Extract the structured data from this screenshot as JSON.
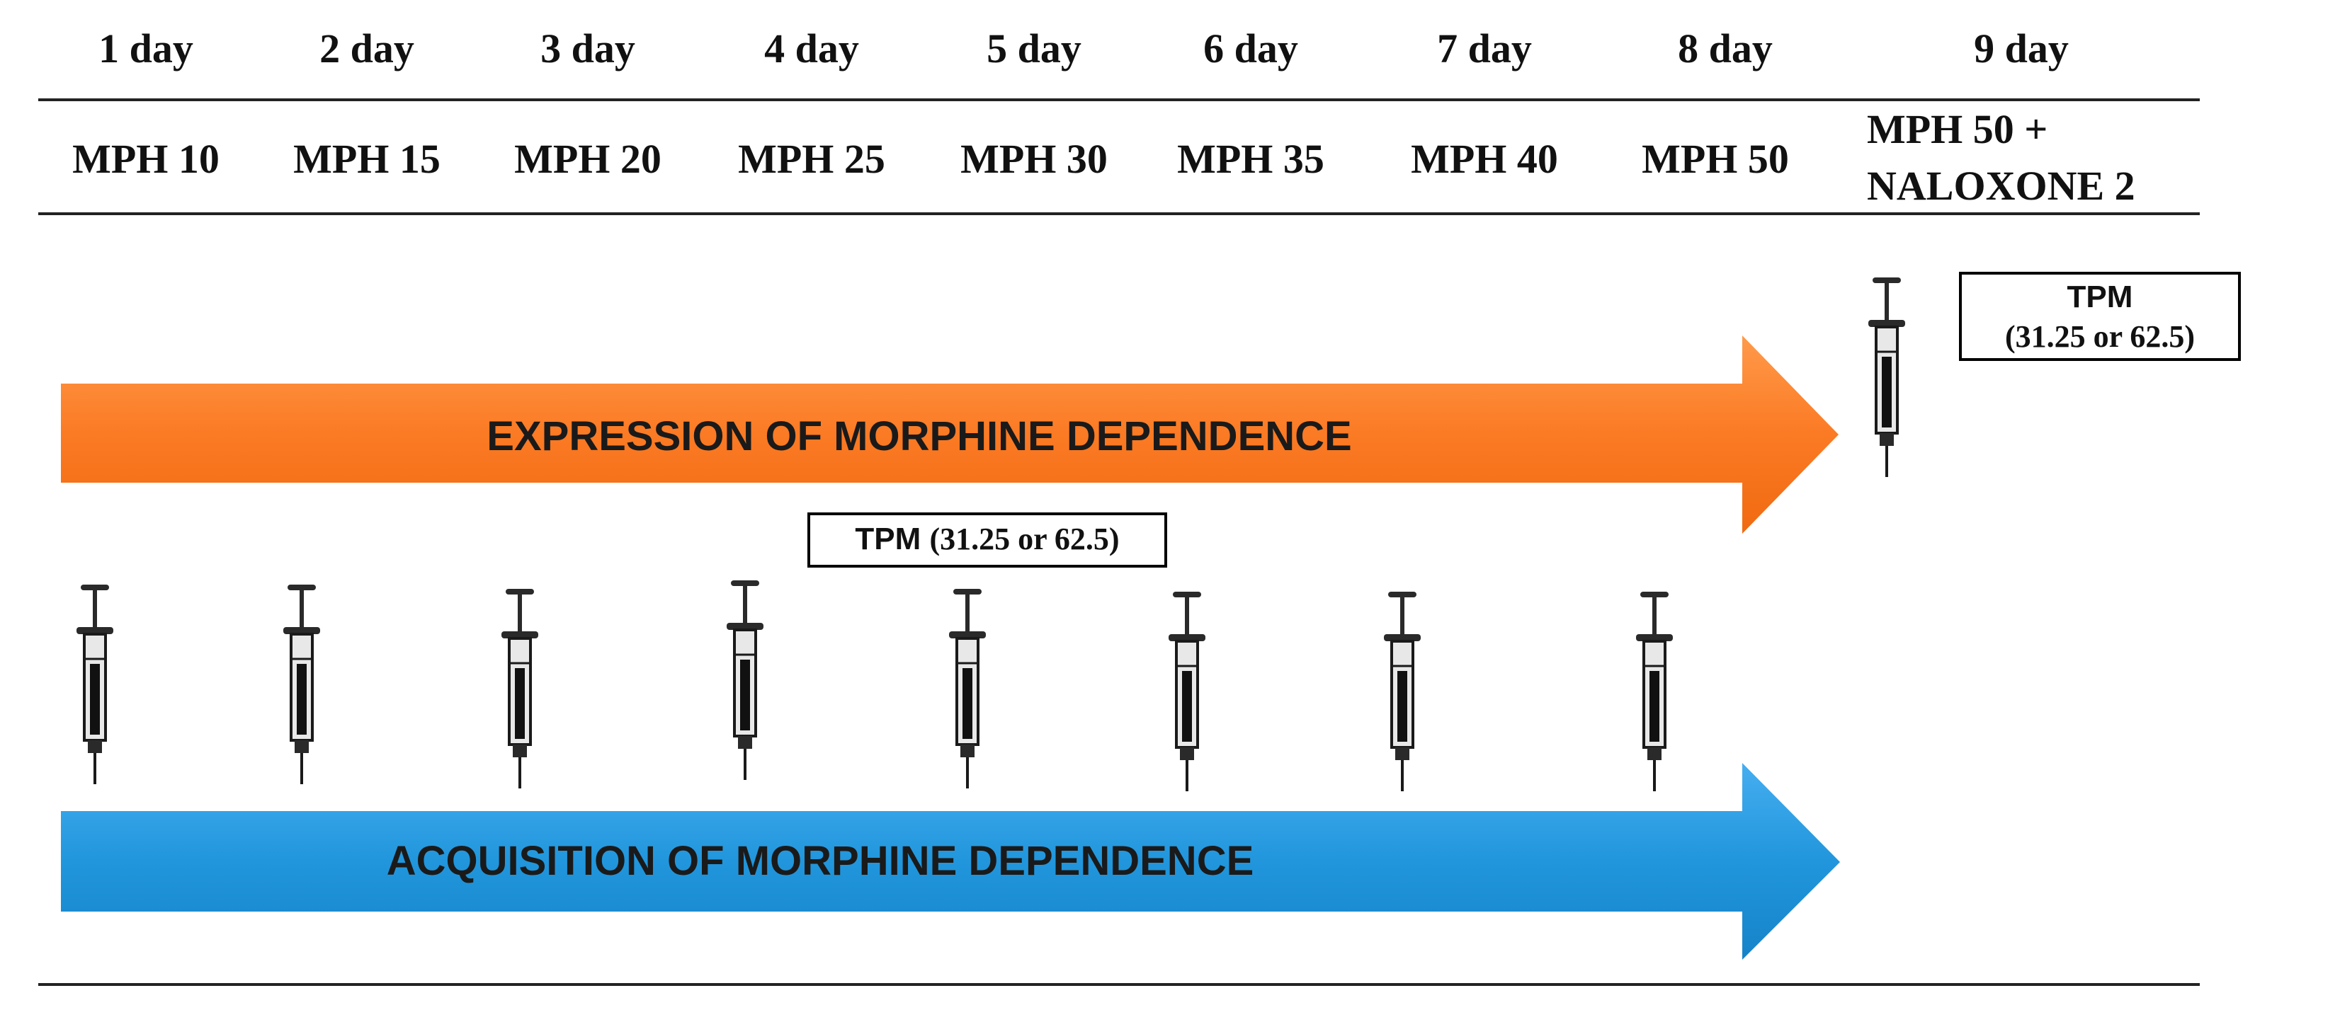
{
  "timeline": {
    "days": [
      {
        "label": "1 day",
        "dose": "MPH 10"
      },
      {
        "label": "2 day",
        "dose": "MPH 15"
      },
      {
        "label": "3 day",
        "dose": "MPH 20"
      },
      {
        "label": "4 day",
        "dose": "MPH 25"
      },
      {
        "label": "5 day",
        "dose": "MPH 30"
      },
      {
        "label": "6 day",
        "dose": "MPH 35"
      },
      {
        "label": "7 day",
        "dose": "MPH 40"
      },
      {
        "label": "8 day",
        "dose": "MPH 50"
      },
      {
        "label": "9 day",
        "dose_line1": "MPH 50 +",
        "dose_line2": "NALOXONE 2"
      }
    ]
  },
  "expression_arrow": {
    "label": "EXPRESSION OF MORPHINE DEPENDENCE",
    "color": "#fb7a24"
  },
  "acquisition_arrow": {
    "label": "ACQUISITION OF MORPHINE DEPENDENCE",
    "color": "#2196dc"
  },
  "tpm_box_expression": {
    "line1": "TPM",
    "line2": "(31.25 or 62.5)"
  },
  "tpm_box_acquisition": {
    "label_sans": "TPM ",
    "label_serif": "(31.25 or 62.5)"
  },
  "icons": {
    "injection": "syringe-icon"
  }
}
